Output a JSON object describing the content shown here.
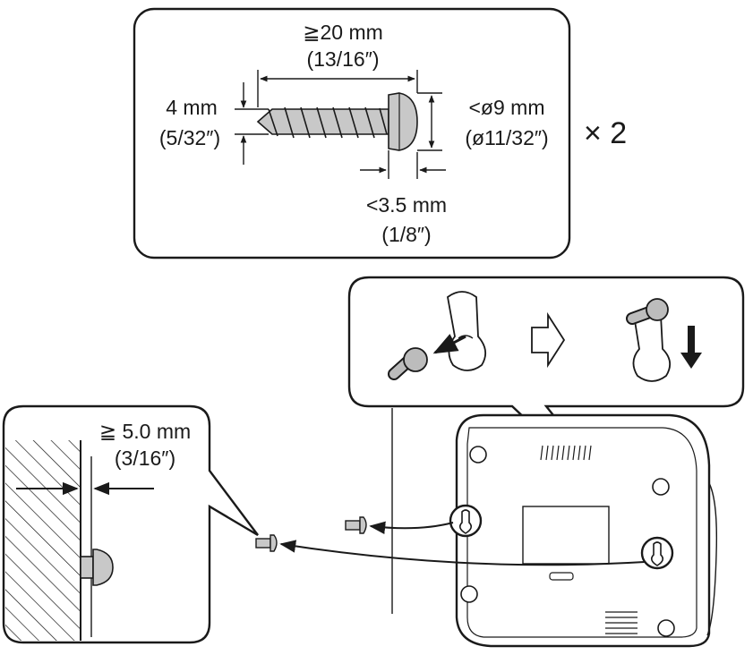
{
  "screw_spec": {
    "length": "≧20 mm",
    "length_in": "(13/16″)",
    "shaft": "4 mm",
    "shaft_in": "(5/32″)",
    "head": "<ø9 mm",
    "head_in": "(ø11/32″)",
    "head_height": "<3.5 mm",
    "head_height_in": "(1/8″)",
    "quantity": "× 2"
  },
  "clearance": {
    "gap": "≧ 5.0 mm",
    "gap_in": "(3/16″)"
  },
  "icons": [
    "screw-icon",
    "keyhole-slot-icon",
    "hollow-right-arrow-icon",
    "down-arrow-icon",
    "wall-hatch-icon",
    "device-base-icon"
  ]
}
